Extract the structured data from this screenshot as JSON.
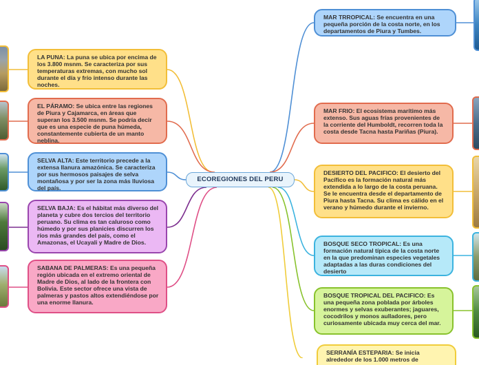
{
  "center": {
    "title": "ECOREGIONES DEL PERU"
  },
  "left": [
    {
      "id": "puna",
      "color": "yellow",
      "lead": "LA PUNA:",
      "text": "La puna se ubica por encima de los 3.800 msnm. Se caracteriza por sus temperaturas extremas, con mucho sol durante el día y frío intenso durante las noches."
    },
    {
      "id": "paramo",
      "color": "salmon",
      "lead": "EL PÁRAMO:",
      "text": "Se ubica entre las regiones de Piura y Cajamarca, en áreas que superan los 3.500 msnm. Se podría decir que es una especie de puna húmeda, constantemente cubierta de un manto neblina."
    },
    {
      "id": "selva-alta",
      "color": "blue",
      "lead": "SELVA ALTA:",
      "text": "Este territorio precede a la extensa llanura amazónica. Se caracteriza por sus hermosos paisajes de selva montañosa y por ser la zona más lluviosa del país."
    },
    {
      "id": "selva-baja",
      "color": "purple",
      "lead": "SELVA BAJA:",
      "text": "Es el hábitat más diverso del planeta y cubre dos tercios del territorio peruano. Su clima es tan caluroso como húmedo y por sus planicies discurren los ríos más grandes del país, como el Amazonas, el Ucayali y Madre de Dios."
    },
    {
      "id": "sabana",
      "color": "pink",
      "lead": "SABANA DE PALMERAS:",
      "text": "Es una pequeña región ubicada en el extremo oriental de Madre de Dios, al lado de la frontera con Bolivia. Este sector ofrece una vista de palmeras y pastos altos extendiéndose por una enorme llanura."
    }
  ],
  "right": [
    {
      "id": "mar-tropical",
      "color": "blue",
      "lead": "MAR TRROPICAL:",
      "text": "Se encuentra en una pequeña porción de la costa norte, en los departamentos de Piura y Tumbes."
    },
    {
      "id": "mar-frio",
      "color": "salmon",
      "lead": "MAR FRIO:",
      "text": "El ecosistema marítimo más extenso. Sus aguas frías provenientes de la corriente del Humboldt, recorren toda la costa desde Tacna hasta Pariñas (Piura)."
    },
    {
      "id": "desierto",
      "color": "yellow",
      "lead": "DESIERTO DEL PACIFICO:",
      "text": "El desierto del Pacífico es la formación natural más extendida a lo largo de la costa peruana. Se le encuentra desde el departamento de Piura hasta Tacna. Su clima es cálido en el verano y húmedo durante el invierno."
    },
    {
      "id": "bosque-seco",
      "color": "cyan",
      "lead": "BOSQUE SECO TROPICAL:",
      "text": "Es una formación natural típica de la costa norte en la que predominan especies vegetales adaptadas a las duras condiciones del desierto"
    },
    {
      "id": "bosque-tropical",
      "color": "green",
      "lead": "BOSQUE TROPICAL DEL PACIFICO:",
      "text": "Es una pequeña zona poblada por árboles enormes y selvas exuberantes; jaguares, cocodrilos y monos aulladores, pero curiosamente ubicada muy cerca del mar."
    },
    {
      "id": "serrania",
      "color": "lyellow",
      "lead": "SERRANÍA ESTEPARIA:",
      "text": "Se inicia alrededor de los 1.000 metros de"
    }
  ],
  "icons": {
    "left_photos": [
      "puna-photo",
      "paramo-photo",
      "selva-alta-photo",
      "selva-baja-photo",
      "sabana-photo"
    ],
    "right_photos": [
      "mar-tropical-photo",
      "mar-frio-photo",
      "desierto-photo",
      "bosque-seco-photo",
      "bosque-tropical-photo"
    ]
  },
  "colors": {
    "yellow": "#f2be38",
    "salmon": "#e16b4d",
    "blue": "#4e8fd5",
    "purple": "#7d2f8f",
    "pink": "#df4f86",
    "cyan": "#3bb3df",
    "green": "#88c22c",
    "lyellow": "#f0cc3a"
  }
}
